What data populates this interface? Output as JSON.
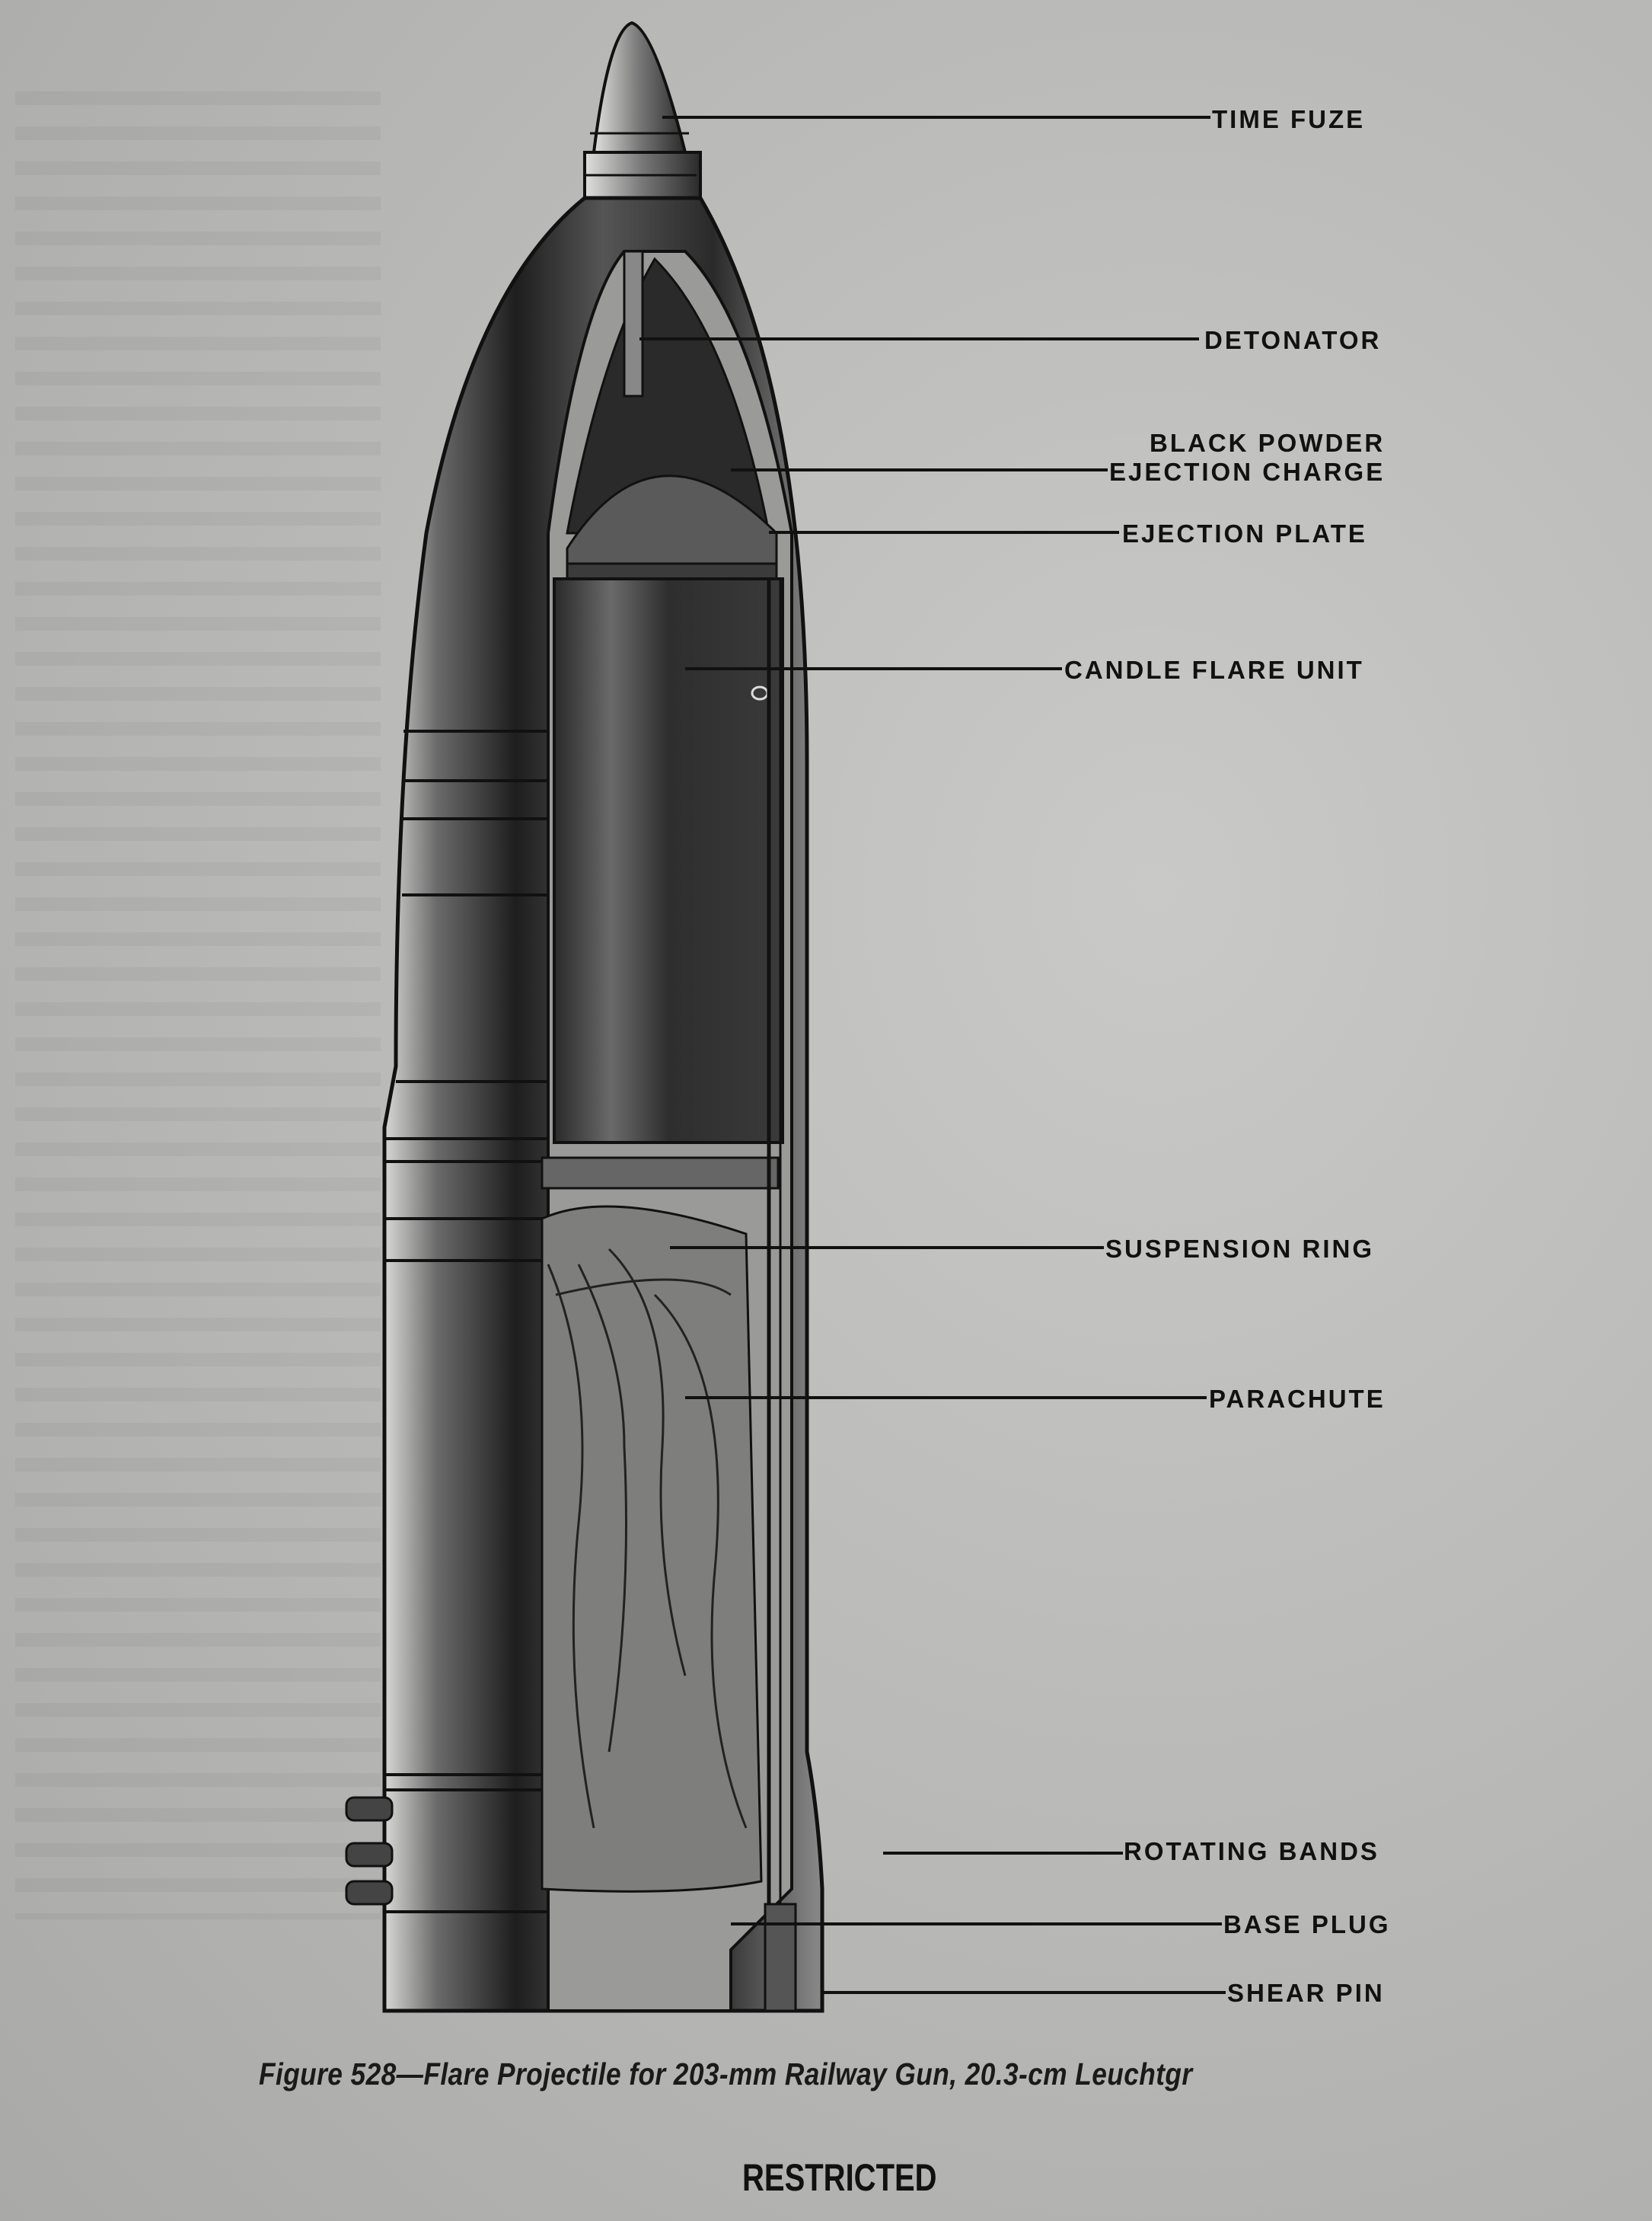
{
  "figure": {
    "caption": "Figure 528—Flare Projectile for 203-mm Railway Gun, 20.3-cm Leuchtgr",
    "classification": "RESTRICTED"
  },
  "labels": [
    {
      "id": "time-fuze",
      "text": "TIME  FUZE"
    },
    {
      "id": "detonator",
      "text": "DETONATOR"
    },
    {
      "id": "black-powder",
      "text": "BLACK POWDER"
    },
    {
      "id": "ejection-charge",
      "text": "EJECTION  CHARGE"
    },
    {
      "id": "ejection-plate",
      "text": "EJECTION  PLATE"
    },
    {
      "id": "candle-flare-unit",
      "text": "CANDLE  FLARE UNIT"
    },
    {
      "id": "suspension-ring",
      "text": "SUSPENSION RING"
    },
    {
      "id": "parachute",
      "text": "PARACHUTE"
    },
    {
      "id": "rotating-bands",
      "text": "ROTATING BANDS"
    },
    {
      "id": "base-plug",
      "text": "BASE PLUG"
    },
    {
      "id": "shear-pin",
      "text": "SHEAR PIN"
    }
  ]
}
